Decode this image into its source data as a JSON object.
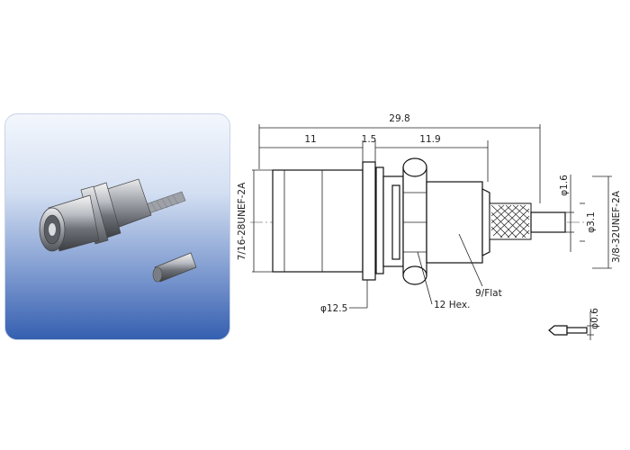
{
  "dimensions": {
    "overall_length": "29.8",
    "front_length": "11",
    "flange_thickness": "1.5",
    "rear_length": "11.9",
    "front_thread": "7/16-28UNEF-2A",
    "rear_thread": "3/8-32UNEF-2A",
    "cable_dia": "φ1.6",
    "ferrule_dia": "φ3.1",
    "flange_dia": "φ12.5",
    "hex_nut": "12 Hex.",
    "flat": "9/Flat",
    "pin_dia": "φ0.6"
  },
  "colors": {
    "panel_top": "#f3f7fd",
    "panel_bottom": "#355fb0",
    "line": "#111111"
  }
}
